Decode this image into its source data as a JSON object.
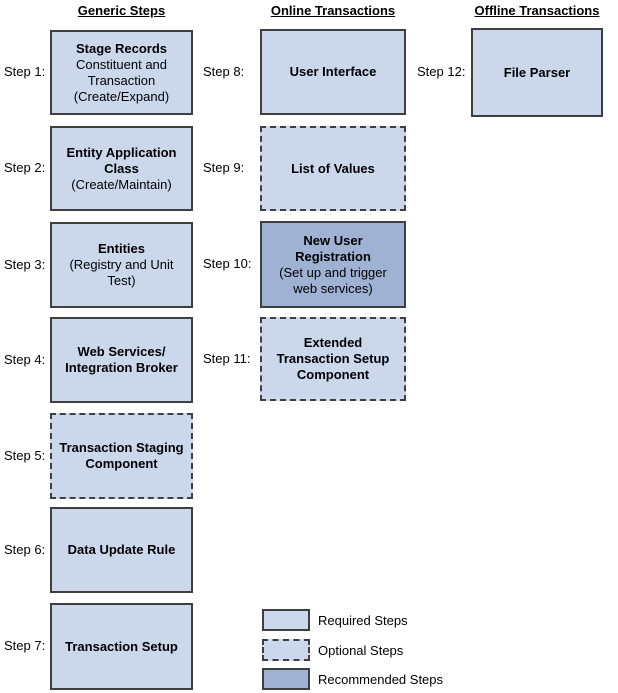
{
  "diagram": {
    "colors": {
      "required_fill": "#CBD8EC",
      "recommended_fill": "#A0B2D4",
      "border": "#3F3F3F",
      "text": "#000000",
      "background": "#FFFFFF"
    },
    "columns": [
      {
        "header": "Generic Steps",
        "boxes": [
          {
            "step": "Step 1:",
            "style": "required",
            "lines": [
              "Stage Records",
              "Constituent and",
              "Transaction",
              "(Create/Expand)"
            ]
          },
          {
            "step": "Step 2:",
            "style": "required",
            "lines": [
              "Entity Application",
              "Class",
              "(Create/Maintain)"
            ]
          },
          {
            "step": "Step 3:",
            "style": "required",
            "lines": [
              "Entities",
              "(Registry and Unit",
              "Test)"
            ]
          },
          {
            "step": "Step 4:",
            "style": "required",
            "lines": [
              "Web Services/",
              "Integration Broker"
            ]
          },
          {
            "step": "Step 5:",
            "style": "optional",
            "lines": [
              "Transaction Staging",
              "Component"
            ]
          },
          {
            "step": "Step 6:",
            "style": "required",
            "lines": [
              "Data Update Rule"
            ]
          },
          {
            "step": "Step 7:",
            "style": "required",
            "lines": [
              "Transaction Setup"
            ]
          }
        ]
      },
      {
        "header": "Online Transactions",
        "boxes": [
          {
            "step": "Step 8:",
            "style": "required",
            "lines": [
              "User Interface"
            ]
          },
          {
            "step": "Step 9:",
            "style": "optional",
            "lines": [
              "List of Values"
            ]
          },
          {
            "step": "Step 10:",
            "style": "recommended",
            "lines": [
              "New User",
              "Registration",
              "(Set up and trigger",
              "web services)"
            ]
          },
          {
            "step": "Step 11:",
            "style": "optional",
            "lines": [
              "Extended",
              "Transaction Setup",
              "Component"
            ]
          }
        ]
      },
      {
        "header": "Offline Transactions",
        "boxes": [
          {
            "step": "Step 12:",
            "style": "required",
            "lines": [
              "File Parser"
            ]
          }
        ]
      }
    ],
    "legend": [
      {
        "label": "Required Steps",
        "style": "required"
      },
      {
        "label": "Optional Steps",
        "style": "optional"
      },
      {
        "label": "Recommended Steps",
        "style": "recommended"
      }
    ]
  }
}
